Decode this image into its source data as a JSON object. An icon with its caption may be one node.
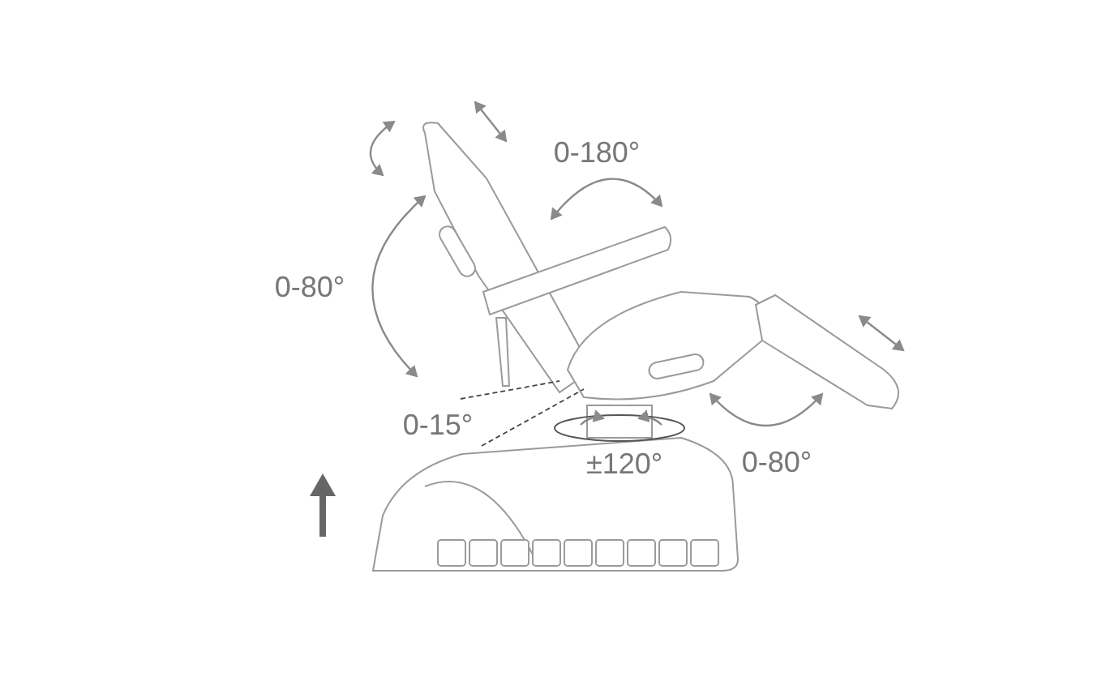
{
  "diagram": {
    "labels": [
      "0-180°",
      "0-80°",
      "0-15°",
      "±120°",
      "0-80°"
    ]
  }
}
